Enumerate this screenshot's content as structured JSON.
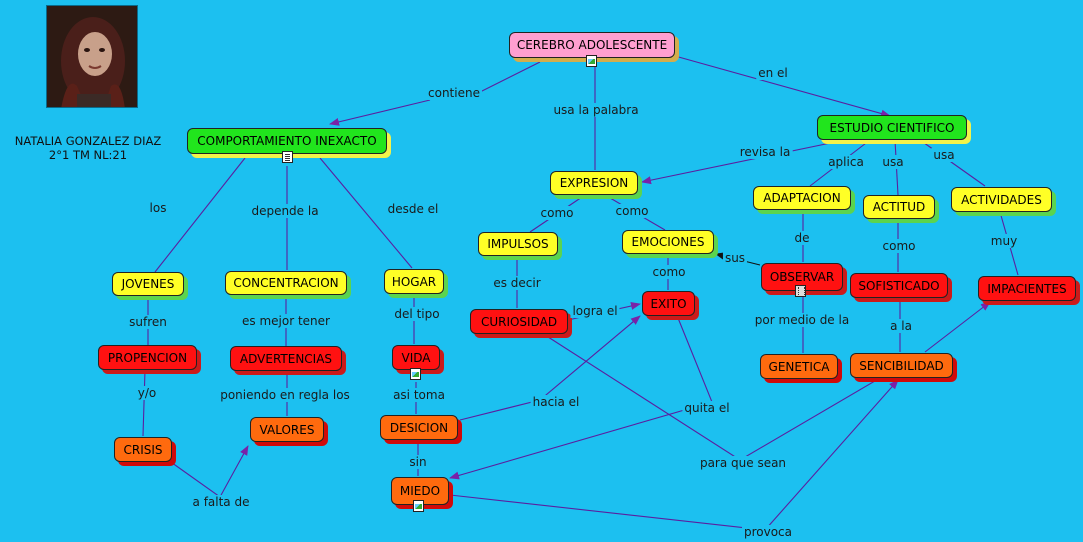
{
  "author": {
    "name": "NATALIA GONZALEZ DIAZ",
    "group": "2°1  TM  NL:21"
  },
  "nodes": {
    "cerebro": "CEREBRO ADOLESCENTE",
    "comportamiento": "COMPORTAMIENTO INEXACTO",
    "estudio": "ESTUDIO CIENTIFICO",
    "expresion": "EXPRESION",
    "jovenes": "JOVENES",
    "concentracion": "CONCENTRACION",
    "hogar": "HOGAR",
    "impulsos": "IMPULSOS",
    "emociones": "EMOCIONES",
    "adaptacion": "ADAPTACION",
    "actitud": "ACTITUD",
    "actividades": "ACTIVIDADES",
    "propencion": "PROPENCION",
    "advertencias": "ADVERTENCIAS",
    "vida": "VIDA",
    "curiosidad": "CURIOSIDAD",
    "exito": "EXITO",
    "observar": "OBSERVAR",
    "sofisticado": "SOFISTICADO",
    "impacientes": "IMPACIENTES",
    "crisis": "CRISIS",
    "valores": "VALORES",
    "desicion": "DESICION",
    "genetica": "GENETICA",
    "sencibilidad": "SENCIBILIDAD",
    "miedo": "MIEDO"
  },
  "links": {
    "contiene": "contiene",
    "usa_palabra": "usa la palabra",
    "en_el": "en el",
    "revisa_la": "revisa la",
    "aplica": "aplica",
    "usa1": "usa",
    "usa2": "usa",
    "los": "los",
    "depende_la": "depende la",
    "desde_el": "desde el",
    "como1": "como",
    "como2": "como",
    "de": "de",
    "como3": "como",
    "muy": "muy",
    "sus": "sus",
    "como4": "como",
    "es_decir": "es decir",
    "sufren": "sufren",
    "es_mejor": "es mejor tener",
    "del_tipo": "del tipo",
    "logra_el": "logra el",
    "por_medio": "por medio de la",
    "a_la": "a la",
    "y_o": "y/o",
    "poniendo": "poniendo en regla los",
    "asi_toma": "asi toma",
    "hacia_el": "hacia el",
    "quita_el": "quita el",
    "sin": "sin",
    "para_que": "para que sean",
    "a_falta": "a falta de",
    "provoca": "provoca"
  }
}
